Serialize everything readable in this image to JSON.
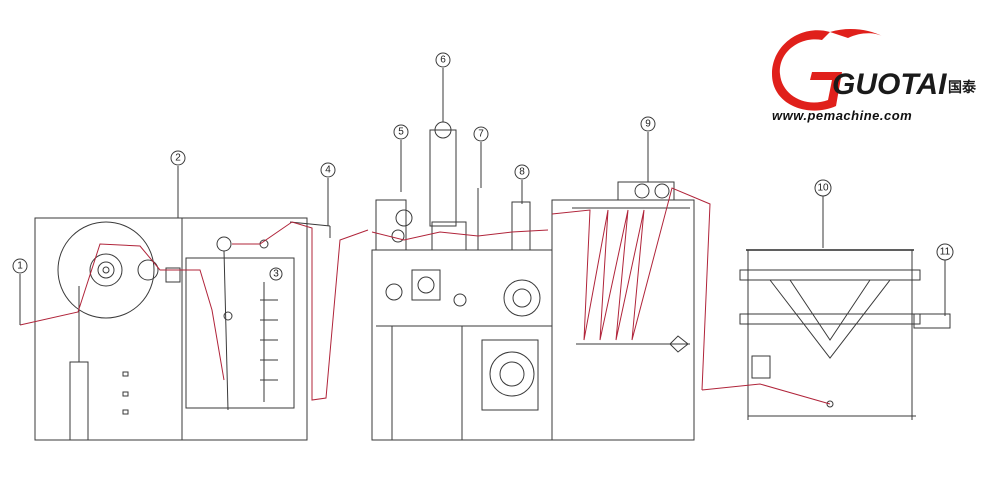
{
  "logo": {
    "brand_text": "GUOTAI",
    "chinese_text": "国泰",
    "url": "www.pemachine.com",
    "color_red": "#e0201b",
    "color_dark": "#1a1a1a"
  },
  "callouts": [
    {
      "id": 1,
      "label": "1"
    },
    {
      "id": 2,
      "label": "2"
    },
    {
      "id": 3,
      "label": "3"
    },
    {
      "id": 4,
      "label": "4"
    },
    {
      "id": 5,
      "label": "5"
    },
    {
      "id": 6,
      "label": "6"
    },
    {
      "id": 7,
      "label": "7"
    },
    {
      "id": 8,
      "label": "8"
    },
    {
      "id": 9,
      "label": "9"
    },
    {
      "id": 10,
      "label": "10"
    },
    {
      "id": 11,
      "label": "11"
    }
  ],
  "colors": {
    "line": "#3a3a3a",
    "web_path": "#b0243a"
  }
}
